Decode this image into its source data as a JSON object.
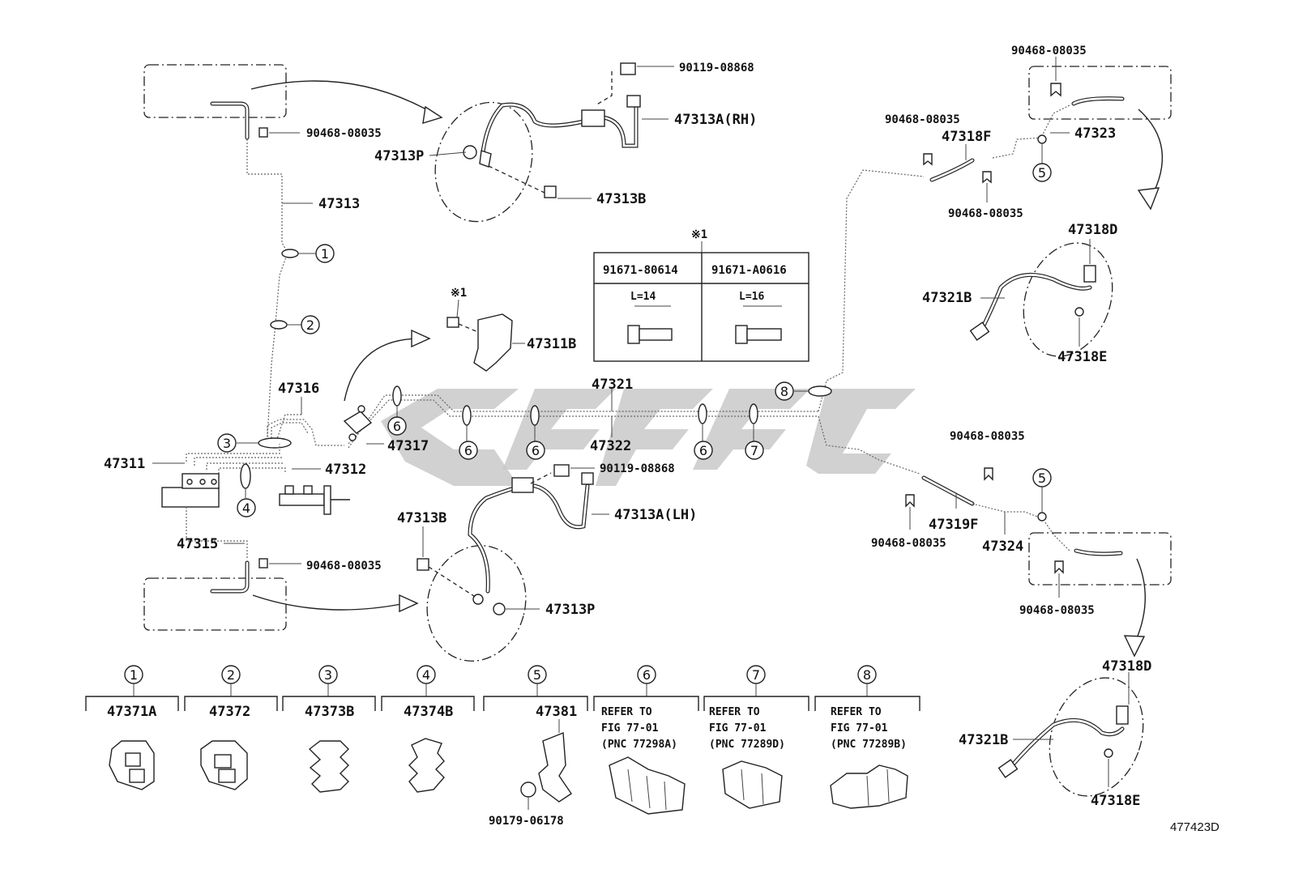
{
  "labels": {
    "bolt_top": "90119-08868",
    "hose_rh": "47313A(RH)",
    "clip_upper_left": "90468-08035",
    "p47313P_top": "47313P",
    "p47313": "47313",
    "p47313B_top": "47313B",
    "note_mark": "※1",
    "note_mark_table": "※1",
    "p47311B": "47311B",
    "p47316": "47316",
    "p47317": "47317",
    "p47311": "47311",
    "p47312": "47312",
    "p47315": "47315",
    "clip_lower_left": "90468-08035",
    "p47313B_bot": "47313B",
    "p47313P_bot": "47313P",
    "bolt_mid": "90119-08868",
    "hose_lh": "47313A(LH)",
    "p47321": "47321",
    "p47322": "47322",
    "clip_tr_top": "90468-08035",
    "clip_tr_left": "90468-08035",
    "p47318F": "47318F",
    "p47323": "47323",
    "clip_tr_bottom": "90468-08035",
    "p47318D_top": "47318D",
    "p47321B_top": "47321B",
    "p47318E_top": "47318E",
    "clip_mr_top": "90468-08035",
    "p47319F": "47319F",
    "clip_mr_left": "90468-08035",
    "p47324": "47324",
    "clip_br": "90468-08035",
    "p47318D_bot": "47318D",
    "p47321B_bot": "47321B",
    "p47318E_bot": "47318E",
    "figure_code": "477423D"
  },
  "bolt_table": {
    "col1_part": "91671-80614",
    "col2_part": "91671-A0616",
    "col1_length": "L=14",
    "col2_length": "L=16"
  },
  "callouts": {
    "c1": "1",
    "c2": "2",
    "c3": "3",
    "c4": "4",
    "c5a": "5",
    "c5b": "5",
    "c6a": "6",
    "c6b": "6",
    "c6c": "6",
    "c6d": "6",
    "c7": "7",
    "c8": "8"
  },
  "legend": {
    "items": [
      {
        "num": "1",
        "part": "47371A"
      },
      {
        "num": "2",
        "part": "47372"
      },
      {
        "num": "3",
        "part": "47373B"
      },
      {
        "num": "4",
        "part": "47374B"
      },
      {
        "num": "5",
        "part": "47381",
        "extra": "90179-06178"
      },
      {
        "num": "6",
        "ref1": "REFER TO",
        "ref2": "FIG 77-01",
        "ref3": "(PNC 77298A)"
      },
      {
        "num": "7",
        "ref1": "REFER TO",
        "ref2": "FIG 77-01",
        "ref3": "(PNC 77289D)"
      },
      {
        "num": "8",
        "ref1": "REFER TO",
        "ref2": "FIG 77-01",
        "ref3": "(PNC 77289B)"
      }
    ]
  }
}
